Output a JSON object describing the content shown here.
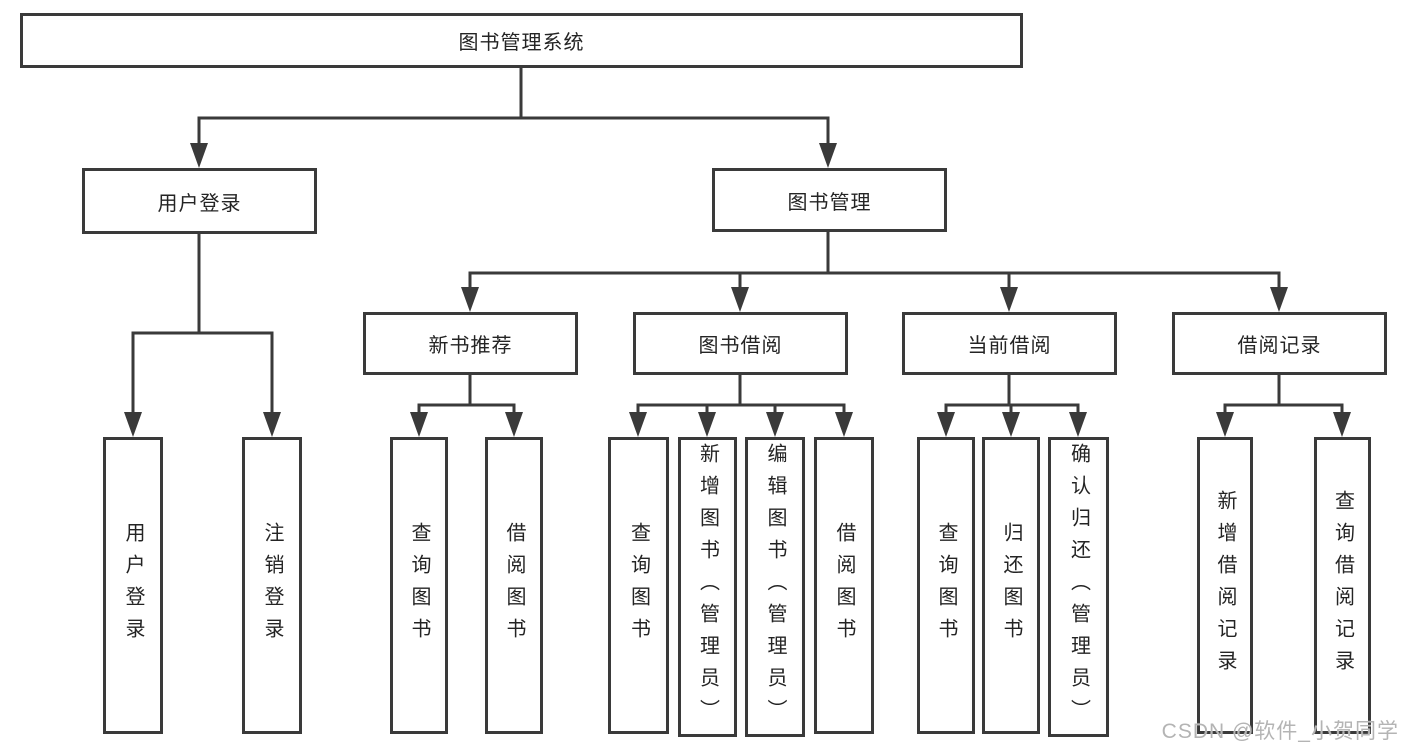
{
  "diagram": {
    "root": {
      "label": "图书管理系统"
    },
    "level2": [
      {
        "label": "用户登录"
      },
      {
        "label": "图书管理"
      }
    ],
    "level3": [
      {
        "label": "新书推荐"
      },
      {
        "label": "图书借阅"
      },
      {
        "label": "当前借阅"
      },
      {
        "label": "借阅记录"
      }
    ],
    "leaves": {
      "user_login": [
        {
          "label": "用户登录"
        },
        {
          "label": "注销登录"
        }
      ],
      "new_books": [
        {
          "label": "查询图书"
        },
        {
          "label": "借阅图书"
        }
      ],
      "book_borrow": [
        {
          "label": "查询图书"
        },
        {
          "label": "新增图书（管理员）"
        },
        {
          "label": "编辑图书（管理员）"
        },
        {
          "label": "借阅图书"
        }
      ],
      "current_borrow": [
        {
          "label": "查询图书"
        },
        {
          "label": "归还图书"
        },
        {
          "label": "确认归还（管理员）"
        }
      ],
      "borrow_records": [
        {
          "label": "新增借阅记录"
        },
        {
          "label": "查询借阅记录"
        }
      ]
    },
    "watermark": "CSDN @软件_小贺同学",
    "colors": {
      "line": "#3a3a3a",
      "text": "#242424",
      "watermark": "#b4b4b4",
      "background": "#ffffff"
    }
  }
}
